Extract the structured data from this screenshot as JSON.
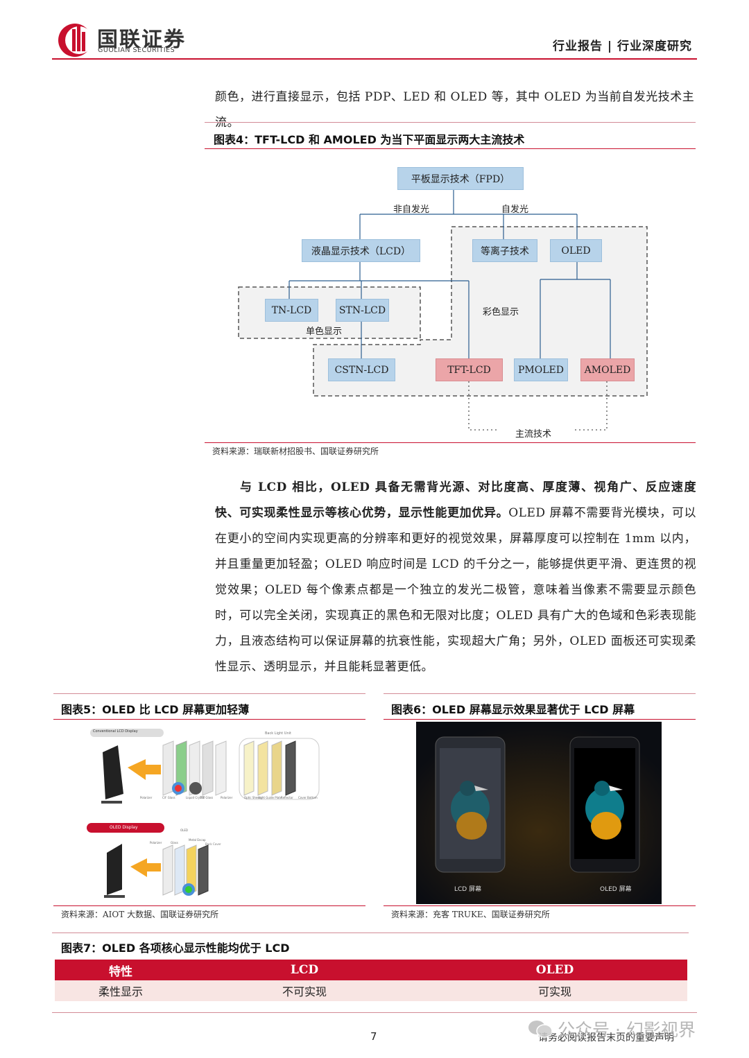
{
  "header": {
    "company_cn": "国联证券",
    "company_en": "GUOLIAN SECURITIES",
    "report_type": "行业报告 | 行业深度研究"
  },
  "intro_line": "颜色，进行直接显示，包括 PDP、LED 和 OLED 等，其中 OLED 为当前自发光技术主流。",
  "fig4": {
    "title": "图表4：TFT-LCD 和 AMOLED 为当下平面显示两大主流技术",
    "nodes": {
      "fpd": "平板显示技术（FPD）",
      "non_emissive": "非自发光",
      "emissive": "自发光",
      "lcd": "液晶显示技术（LCD）",
      "plasma": "等离子技术",
      "oled": "OLED",
      "tn": "TN-LCD",
      "stn": "STN-LCD",
      "mono": "单色显示",
      "color": "彩色显示",
      "cstn": "CSTN-LCD",
      "tft": "TFT-LCD",
      "pmoled": "PMOLED",
      "amoled": "AMOLED",
      "mainstream": "主流技术"
    },
    "source": "资料来源：瑞联新材招股书、国联证券研究所"
  },
  "paragraph": {
    "bold": "与 LCD 相比，OLED 具备无需背光源、对比度高、厚度薄、视角广、反应速度快、可实现柔性显示等核心优势，显示性能更加优异。",
    "normal": "OLED 屏幕不需要背光模块，可以在更小的空间内实现更高的分辨率和更好的视觉效果，屏幕厚度可以控制在 1mm 以内，并且重量更加轻盈；OLED 响应时间是 LCD 的千分之一，能够提供更平滑、更连贯的视觉效果；OLED 每个像素点都是一个独立的发光二极管，意味着当像素不需要显示颜色时，可以完全关闭，实现真正的黑色和无限对比度；OLED 具有广大的色域和色彩表现能力，且液态结构可以保证屏幕的抗衰性能，实现超大广角；另外，OLED 面板还可实现柔性显示、透明显示，并且能耗显著更低。"
  },
  "fig5": {
    "title": "图表5：OLED 比 LCD 屏幕更加轻薄",
    "lcd_label": "Conventional LCD Display",
    "backlight_label": "Back Light Unit",
    "oled_label": "OLED Display",
    "lcd_layers": [
      "Polarizer",
      "C/F Glass",
      "Liquid Crystal",
      "TFT Glass",
      "Polarizer",
      "Optic Sheets",
      "Light Guide Plate",
      "Reflector",
      "Cover Bottom"
    ],
    "oled_layers": [
      "Polarizer",
      "Glass",
      "OLED",
      "Metal Encap",
      "Back Cover"
    ],
    "source": "资料来源：AIOT 大数据、国联证券研究所"
  },
  "fig6": {
    "title": "图表6：OLED 屏幕显示效果显著优于 LCD 屏幕",
    "lcd_caption": "LCD 屏幕",
    "oled_caption": "OLED 屏幕",
    "source": "资料来源：充客 TRUKE、国联证券研究所"
  },
  "fig7": {
    "title": "图表7：OLED 各项核心显示性能均优于 LCD",
    "headers": [
      "特性",
      "LCD",
      "OLED"
    ],
    "rows": [
      [
        "柔性显示",
        "不可实现",
        "可实现"
      ]
    ]
  },
  "footer": {
    "page": "7",
    "disclaimer": "请务必阅读报告末页的重要声明",
    "watermark": "公众号 · 幻影视界"
  },
  "colors": {
    "brand_red": "#c8102e",
    "box_blue": "#b7d3ea",
    "box_pink": "#eba5a8"
  }
}
